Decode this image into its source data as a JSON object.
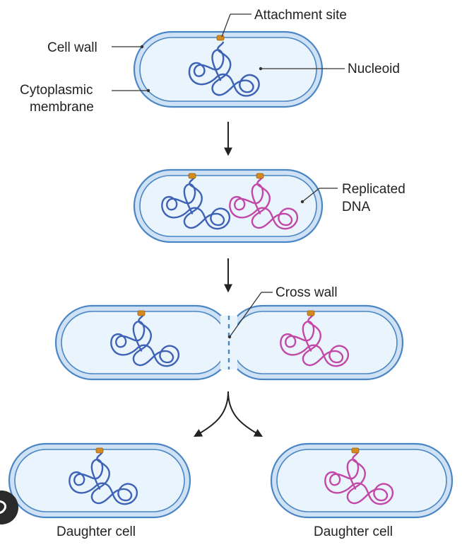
{
  "labels": {
    "attachment_site": "Attachment site",
    "cell_wall": "Cell wall",
    "nucleoid": "Nucleoid",
    "cytoplasmic_line1": "Cytoplasmic",
    "cytoplasmic_line2": "membrane",
    "replicated_line1": "Replicated",
    "replicated_line2": "DNA",
    "cross_wall": "Cross wall",
    "daughter_left": "Daughter cell",
    "daughter_right": "Daughter cell"
  },
  "colors": {
    "cell_wall": "#4a86c5",
    "wall_band": "#cfe1f4",
    "cytoplasm": "#eaf4fd",
    "dna_original": "#3e63b6",
    "dna_replicated": "#c248a8",
    "attachment_site": "#d38a1e"
  },
  "overlay_icon": "corner-badge-icon"
}
